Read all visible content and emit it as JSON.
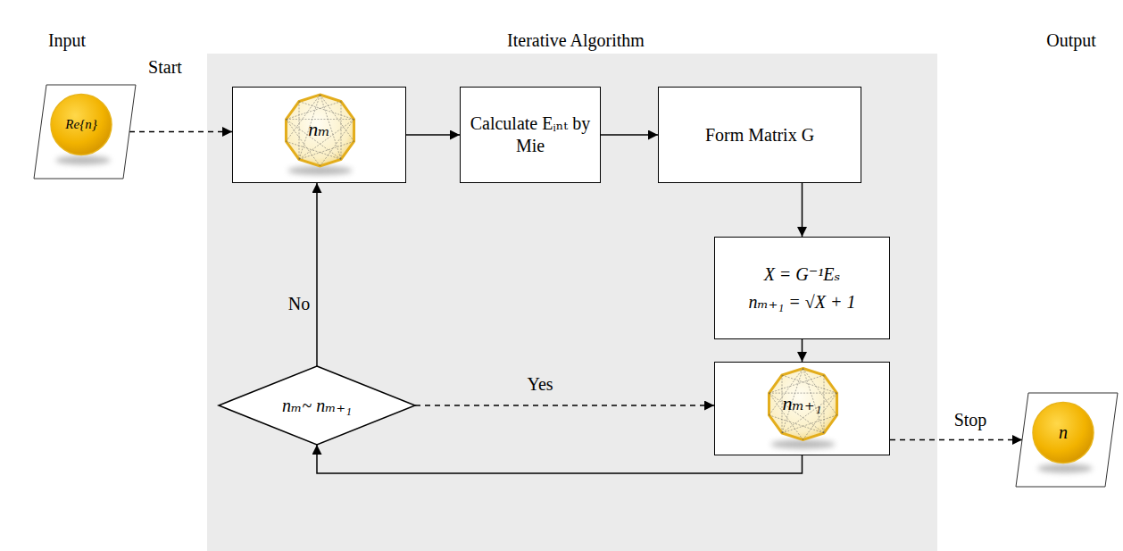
{
  "diagram": {
    "nodes": [
      {
        "text": [
          "Re{n}"
        ]
      },
      {
        "text": [
          "nₘ"
        ]
      },
      {
        "text": [
          "Calculate Eᵢₙₜ by Mie"
        ]
      },
      {
        "text": [
          "Form Matrix G"
        ]
      },
      {
        "text": [
          "X = G⁻¹Eₛ",
          "nₘ₊₁ = √X + 1"
        ]
      },
      {
        "text": [
          "nₘ₊₁"
        ]
      },
      {
        "text": [
          "nₘ~ nₘ₊₁"
        ]
      },
      {
        "text": [
          "n"
        ]
      }
    ],
    "edges": [
      {
        "from": 0,
        "to": 1,
        "arrow": "to",
        "label": "Start"
      },
      {
        "from": 1,
        "to": 2,
        "arrow": "to"
      },
      {
        "from": 2,
        "to": 3,
        "arrow": "to"
      },
      {
        "from": 3,
        "to": 4,
        "arrow": "to"
      },
      {
        "from": 4,
        "to": 5,
        "arrow": "to"
      },
      {
        "from": 5,
        "to": 6,
        "arrow": "to"
      },
      {
        "from": 6,
        "to": 1,
        "arrow": "to",
        "label": "No"
      },
      {
        "from": 6,
        "to": 5,
        "arrow": "to",
        "label": "Yes"
      },
      {
        "from": 5,
        "to": 7,
        "arrow": "to",
        "label": "Stop"
      }
    ],
    "labels": [
      "Input",
      "Iterative Algorithm",
      "Output"
    ]
  }
}
